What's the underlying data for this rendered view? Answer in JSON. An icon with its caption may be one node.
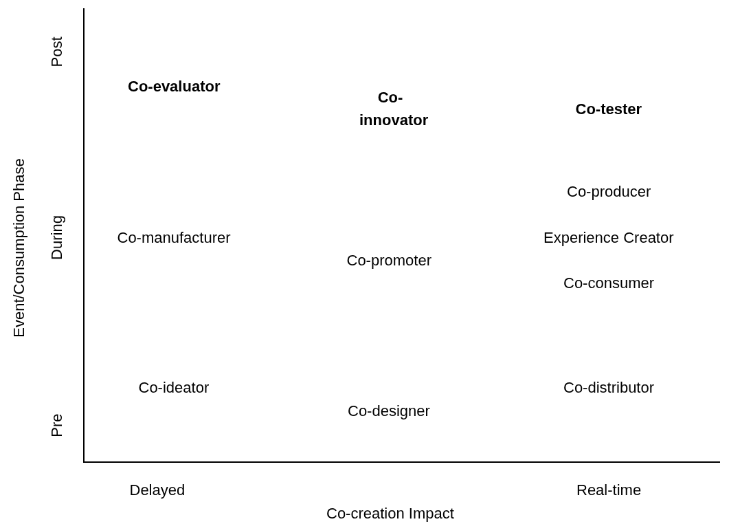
{
  "diagram": {
    "labels": [
      "Event/Consumption Phase",
      "Post",
      "Co-evaluator",
      "Co-innovator",
      "Co-tester",
      "Co-producer",
      "During",
      "Co-manufacturer",
      "Experience Creator",
      "Co-promoter",
      "Co-consumer",
      "Co-ideator",
      "Co-distributor",
      "Pre",
      "Co-designer",
      "Delayed",
      "Real-time",
      "Co-creation Impact"
    ]
  }
}
